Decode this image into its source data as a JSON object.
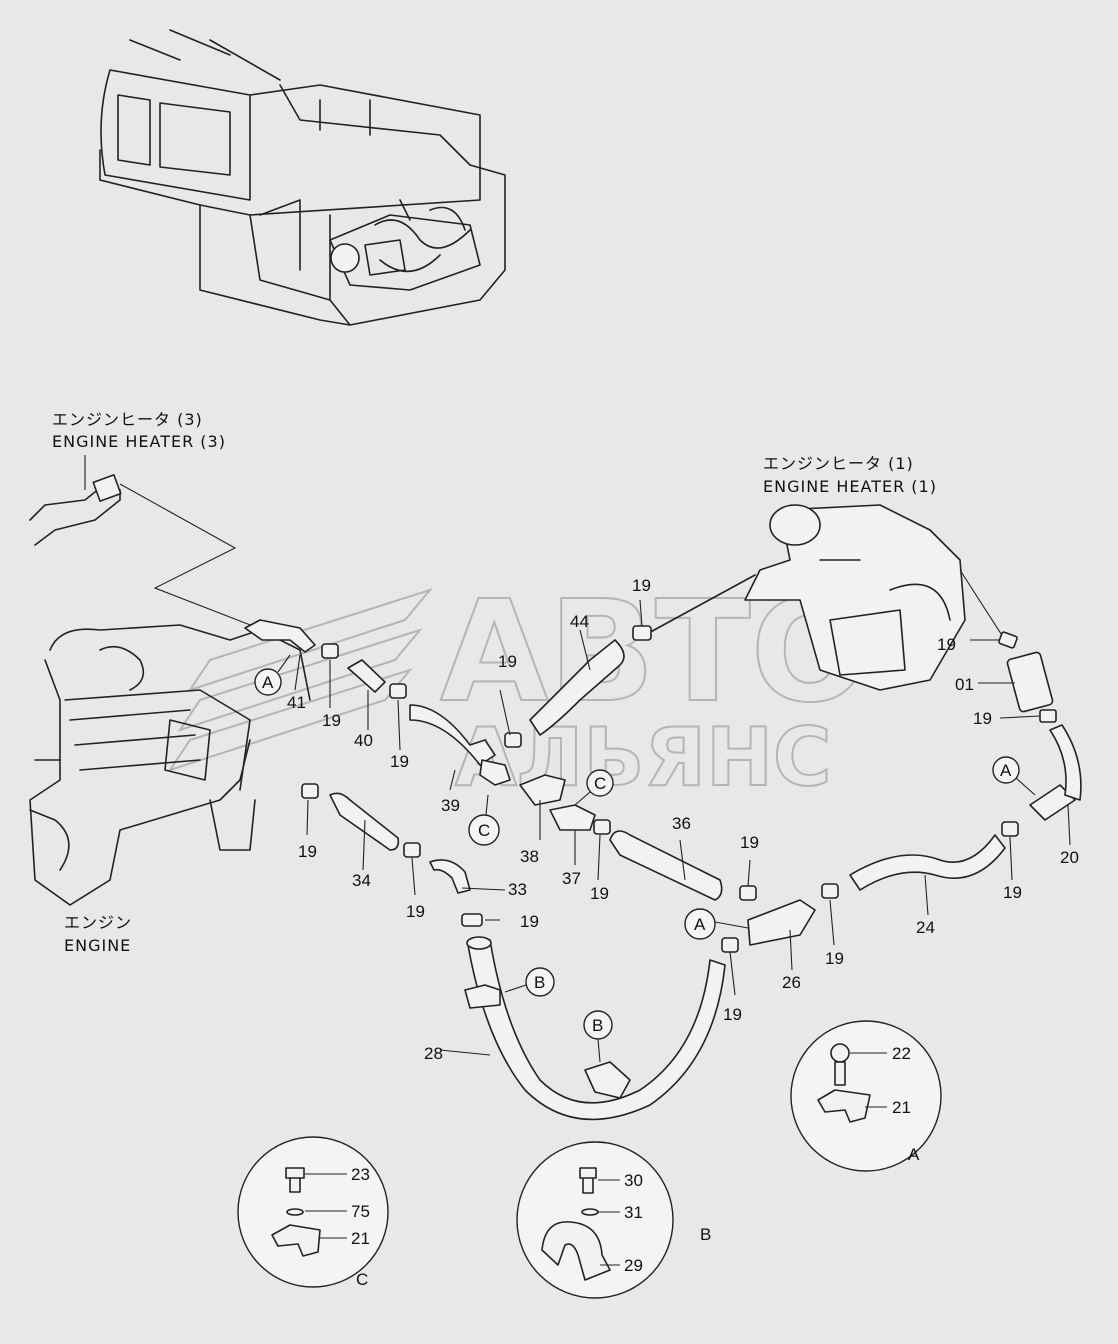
{
  "labels": {
    "heater3_jp": "エンジンヒータ (3)",
    "heater3_en": "ENGINE HEATER (3)",
    "heater1_jp": "エンジンヒータ (1)",
    "heater1_en": "ENGINE HEATER (1)",
    "engine_jp": "エンジン",
    "engine_en": "ENGINE"
  },
  "watermark": {
    "line1": "АВТО",
    "line2": "АЛЬЯНС"
  },
  "callouts": {
    "p01": "01",
    "p19": "19",
    "p20": "20",
    "p21": "21",
    "p22": "22",
    "p23": "23",
    "p24": "24",
    "p26": "26",
    "p28": "28",
    "p29": "29",
    "p30": "30",
    "p31": "31",
    "p33": "33",
    "p34": "34",
    "p36": "36",
    "p37": "37",
    "p38": "38",
    "p39": "39",
    "p40": "40",
    "p41": "41",
    "p44": "44",
    "p75": "75"
  },
  "views": {
    "a": "A",
    "b": "B",
    "c": "C"
  }
}
